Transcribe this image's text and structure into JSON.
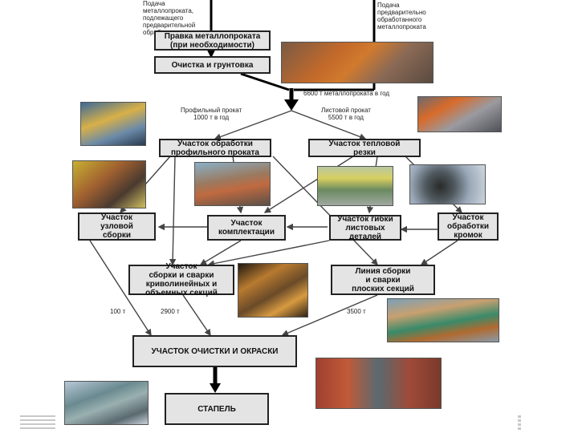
{
  "top_notes": {
    "left": "Подача\nметаллопроката,\nподлежащего\nпредварительной\nобработке",
    "right": "Подача\nпредварительно\nобработанного\nметаллопроката"
  },
  "boxes": {
    "straighten": "Правка металлопроката\n(при необходимости)",
    "clean_prime": "Очистка и грунтовка",
    "profile_area": "Участок обработки\nпрофильного проката",
    "thermal_area": "Участок тепловой\nрезки",
    "node_assembly": "Участок\nузловой\nсборки",
    "kitting": "Участок\nкомплектации",
    "bending": "Участок гибки\nлистовых\nдеталей",
    "edge": "Участок\nобработки\nкромок",
    "curved_sections": "Участок\nсборки и сварки\nкриволинейных и\nобъемных секций",
    "flat_line": "Линия сборки\nи сварки\nплоских секций",
    "cleaning_painting": "УЧАСТОК ОЧИСТКИ И ОКРАСКИ",
    "slipway": "СТАПЕЛЬ"
  },
  "labels": {
    "total": "6600 т металлопроката в год",
    "profile_rolled": "Профильный прокат\n1000 т в год",
    "sheet_rolled": "Листовой прокат\n5500 т в год",
    "t100": "100 т",
    "t2900": "2900 т",
    "t3500": "3500 т"
  },
  "photos": [
    {
      "name": "photo-straightening-line",
      "desc": "industrial line"
    },
    {
      "name": "photo-profile-processing",
      "desc": "robot"
    },
    {
      "name": "photo-thermal-cutting",
      "desc": "cutting machine"
    },
    {
      "name": "photo-node-assembly",
      "desc": "assembly"
    },
    {
      "name": "photo-kitting-storage",
      "desc": "storage"
    },
    {
      "name": "photo-bending-press",
      "desc": "press"
    },
    {
      "name": "photo-edge-grinding",
      "desc": "grinder"
    },
    {
      "name": "photo-curved-sections",
      "desc": "welding"
    },
    {
      "name": "photo-flat-sections-line",
      "desc": "panel line"
    },
    {
      "name": "photo-painting-chambers",
      "desc": "chambers"
    },
    {
      "name": "photo-slipway",
      "desc": "ship"
    }
  ],
  "colors": {
    "box_fill": "#e4e4e4",
    "box_border": "#222222",
    "arrow": "#444444",
    "main_arrow": "#000000"
  }
}
